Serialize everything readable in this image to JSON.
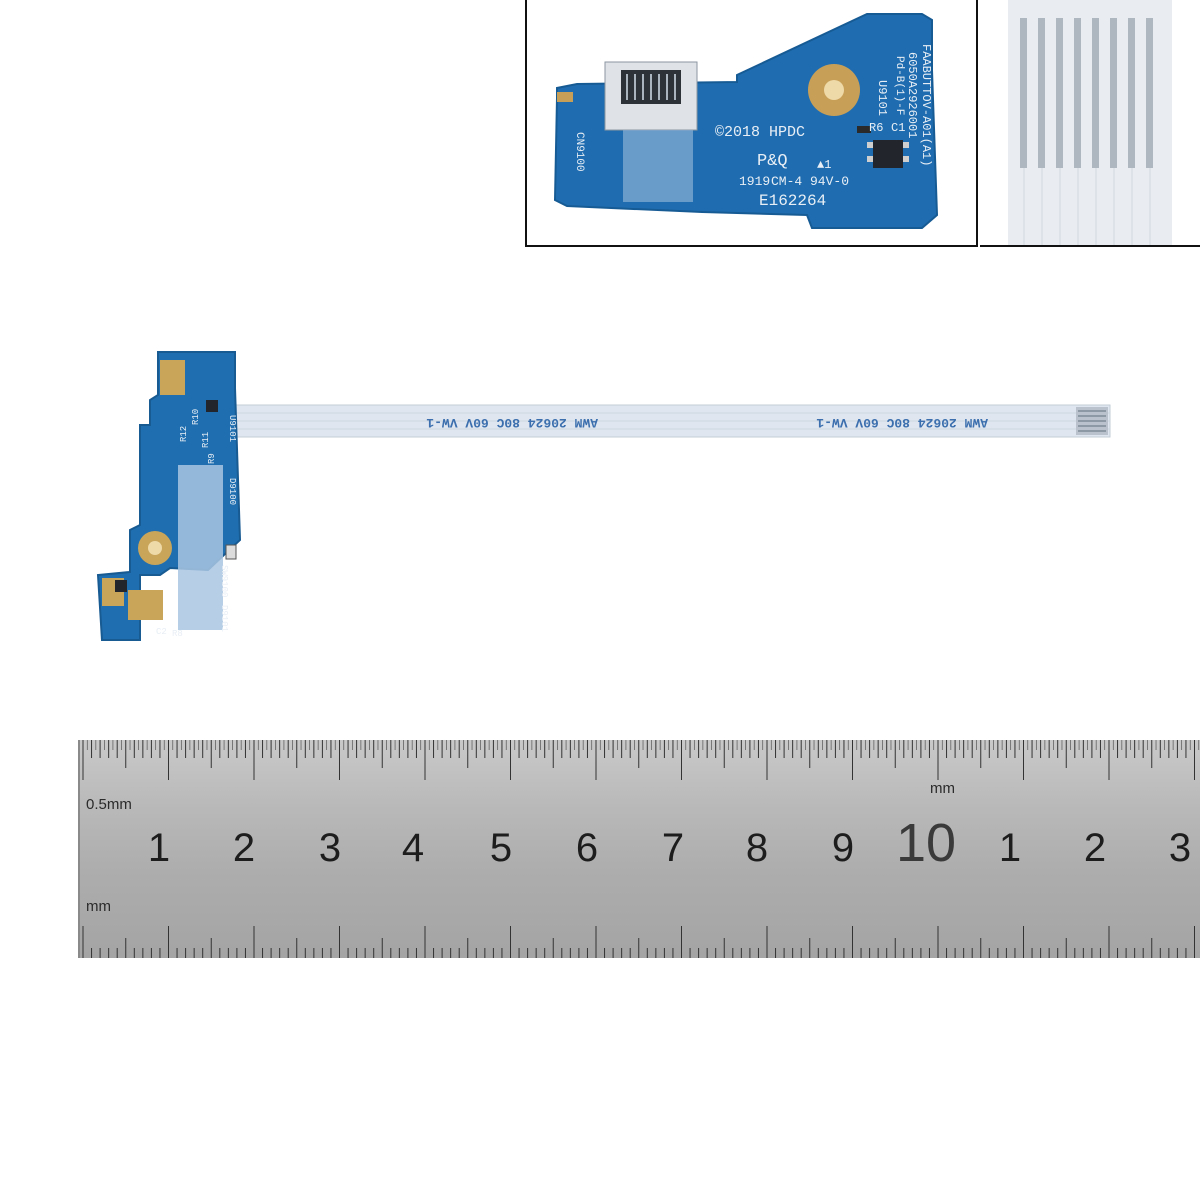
{
  "inset_pcb": {
    "copyright": "©2018 HPDC",
    "pq": "P&Q",
    "delta": "▲1",
    "cm": "CM-4 94V-0",
    "date": "1919",
    "ul": "E162264",
    "cn": "CN9100",
    "part": "FAABUTTOV-A01(A1)",
    "part2": "6050A2926001",
    "r6": "R6",
    "c1": "C1",
    "u": "U9101",
    "pb": "Pd-B(1)-F"
  },
  "cable": {
    "print_repeat": "AWM  20624  80C  60V  VW-1"
  },
  "board": {
    "labels": [
      "R12",
      "R10",
      "R11",
      "R9",
      "U9101",
      "D9100",
      "SW9100",
      "D9101",
      "C2",
      "R8"
    ]
  },
  "ruler": {
    "unit_top": "0.5mm",
    "unit_mid": "mm",
    "unit_bottom": "mm",
    "numbers": [
      "1",
      "2",
      "3",
      "4",
      "5",
      "6",
      "7",
      "8",
      "9",
      "10",
      "1",
      "2",
      "3"
    ]
  },
  "colors": {
    "pcb": "#1f6fb0",
    "gold": "#c9a55a",
    "cable": "#dfe6ef",
    "ruler": "#b4b4b4"
  }
}
